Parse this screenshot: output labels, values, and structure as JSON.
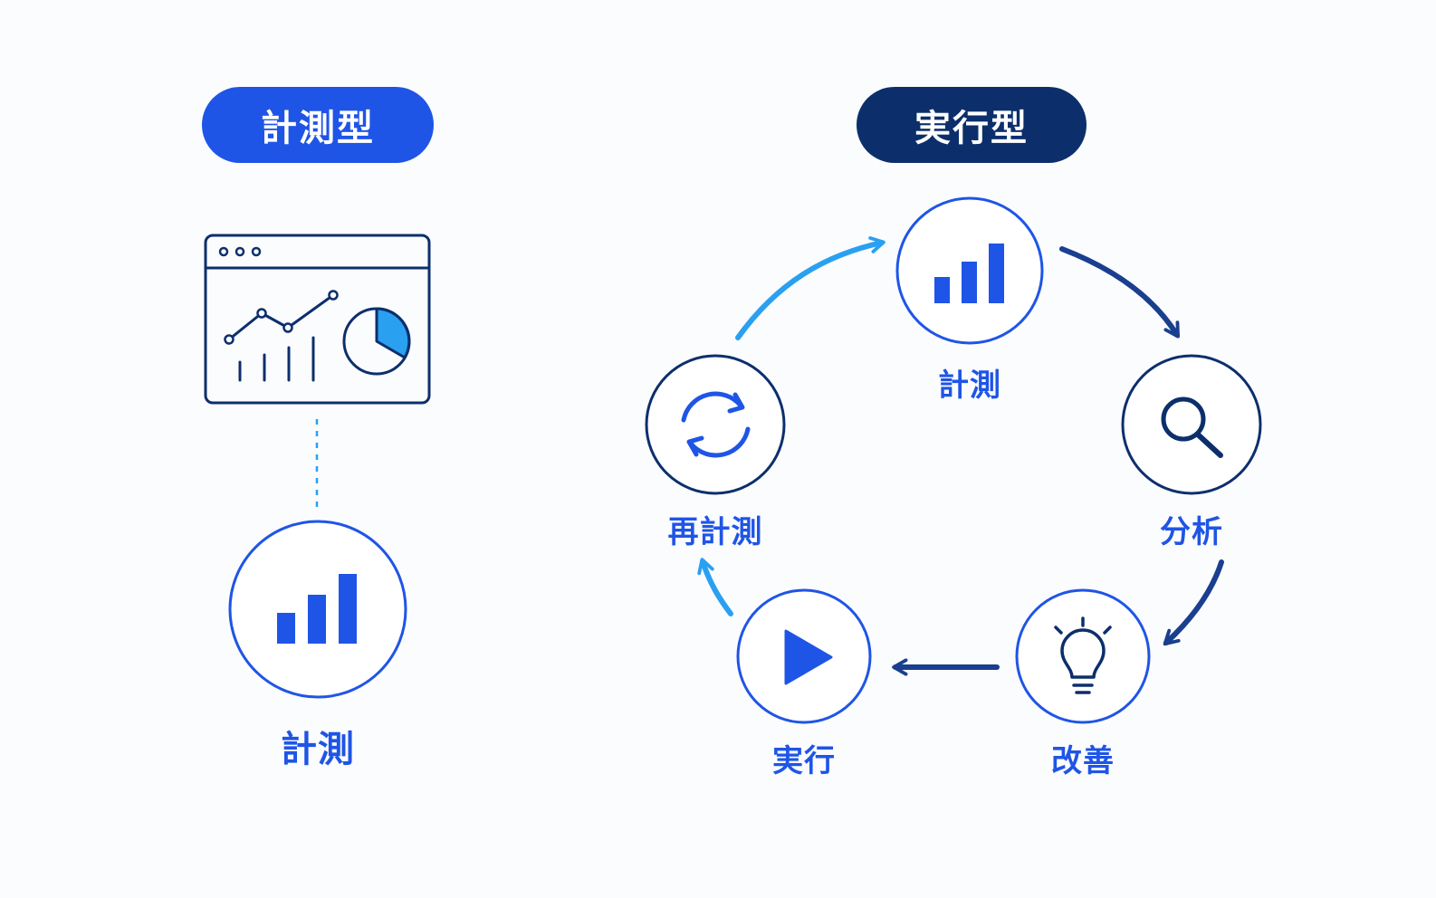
{
  "left_section": {
    "title": "計測型",
    "node_label": "計測"
  },
  "right_section": {
    "title": "実行型",
    "cycle": [
      {
        "label": "計測",
        "icon": "bar-chart-icon"
      },
      {
        "label": "分析",
        "icon": "magnifier-icon"
      },
      {
        "label": "改善",
        "icon": "lightbulb-icon"
      },
      {
        "label": "実行",
        "icon": "play-icon"
      },
      {
        "label": "再計測",
        "icon": "refresh-icon"
      }
    ]
  },
  "colors": {
    "primary_blue": "#1f55e6",
    "navy": "#0c2f6c",
    "light_blue": "#2aa0f0",
    "background": "#fbfcfe"
  }
}
